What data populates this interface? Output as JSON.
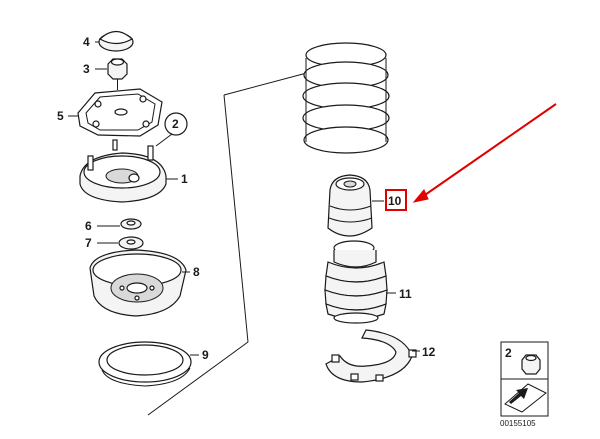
{
  "diagram": {
    "callouts": [
      {
        "id": "4",
        "text": "4"
      },
      {
        "id": "3",
        "text": "3"
      },
      {
        "id": "5",
        "text": "5"
      },
      {
        "id": "2",
        "text": "2"
      },
      {
        "id": "1",
        "text": "1"
      },
      {
        "id": "6",
        "text": "6"
      },
      {
        "id": "7",
        "text": "7"
      },
      {
        "id": "8",
        "text": "8"
      },
      {
        "id": "9",
        "text": "9"
      },
      {
        "id": "10",
        "text": "10"
      },
      {
        "id": "11",
        "text": "11"
      },
      {
        "id": "12",
        "text": "12"
      }
    ],
    "legend_box_label": "2",
    "catalog_number": "00155105",
    "colors": {
      "highlight": "#e00000",
      "ink": "#1a1a1a"
    }
  }
}
